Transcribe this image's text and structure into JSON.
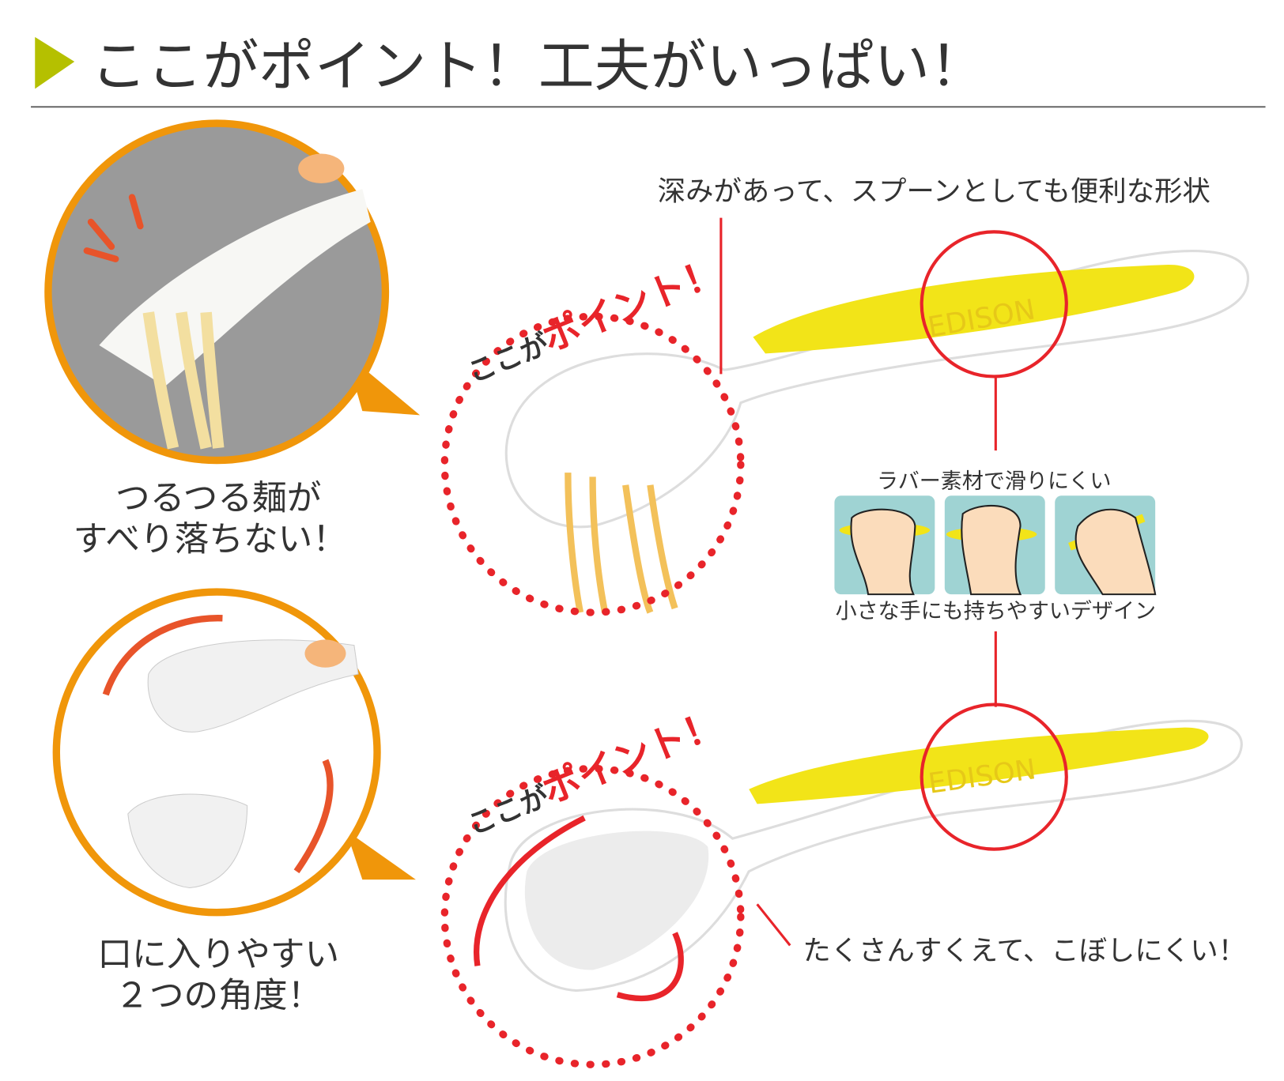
{
  "header": {
    "title": "ここがポイント！工夫がいっぱい！"
  },
  "fork_section": {
    "caption_line1": "つるつる麺が",
    "caption_line2": "すべり落ちない！",
    "badge_prefix": "ここが",
    "badge_main": "ポイント！",
    "callout": "深みがあって、スプーンとしても便利な形状",
    "brand": "EDISON"
  },
  "grip_section": {
    "top_label": "ラバー素材で滑りにくい",
    "bottom_label": "小さな手にも持ちやすいデザイン"
  },
  "spoon_section": {
    "caption_line1": "口に入りやすい",
    "caption_line2": "２つの角度！",
    "badge_prefix": "ここが",
    "badge_main": "ポイント！",
    "callout": "たくさんすくえて、こぼしにくい！",
    "brand": "EDISON"
  },
  "colors": {
    "accent_green": "#b5c000",
    "orange": "#f0960a",
    "red": "#e8242a",
    "yellow": "#f2e418",
    "teal": "#9fd3d3"
  }
}
